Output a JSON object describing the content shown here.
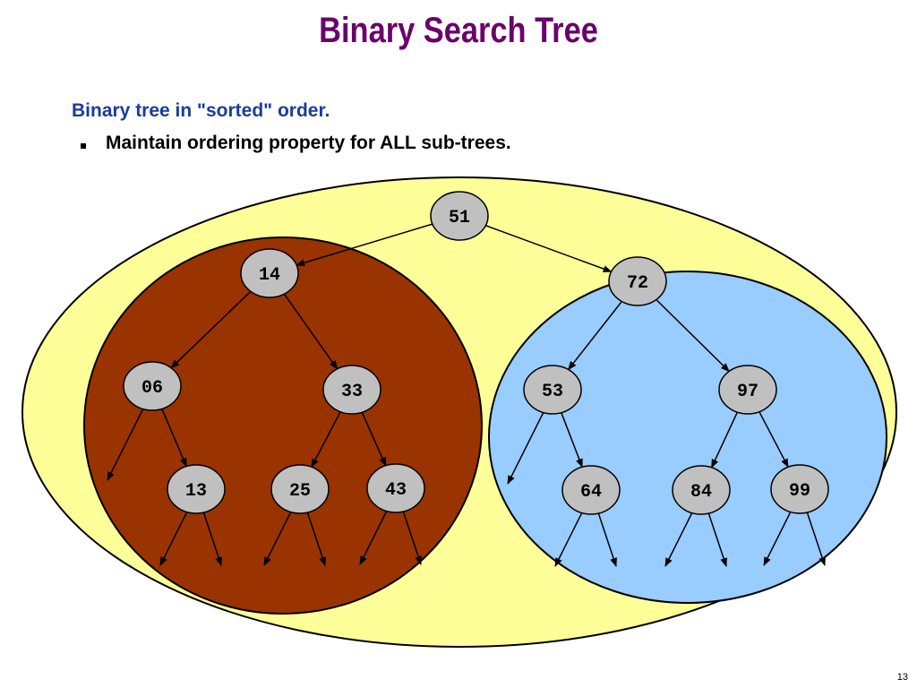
{
  "title": "Binary Search Tree",
  "subtitle": "Binary tree in \"sorted\" order.",
  "bullet": "Maintain ordering property for ALL sub-trees.",
  "page_number": "13",
  "colors": {
    "title": "#6b006b",
    "subtitle": "#1a3c9c",
    "outer_region": "#ffff99",
    "left_subtree_region": "#993300",
    "right_subtree_region": "#99ccff",
    "node_fill": "#c0c0c0"
  },
  "tree": {
    "nodes": [
      "51",
      "14",
      "72",
      "06",
      "33",
      "53",
      "97",
      "13",
      "25",
      "43",
      "64",
      "84",
      "99"
    ],
    "edges": [
      [
        "51",
        "14"
      ],
      [
        "51",
        "72"
      ],
      [
        "14",
        "06"
      ],
      [
        "14",
        "33"
      ],
      [
        "72",
        "53"
      ],
      [
        "72",
        "97"
      ],
      [
        "06",
        "13"
      ],
      [
        "33",
        "25"
      ],
      [
        "33",
        "43"
      ],
      [
        "53",
        "64"
      ],
      [
        "97",
        "84"
      ],
      [
        "97",
        "99"
      ]
    ]
  }
}
